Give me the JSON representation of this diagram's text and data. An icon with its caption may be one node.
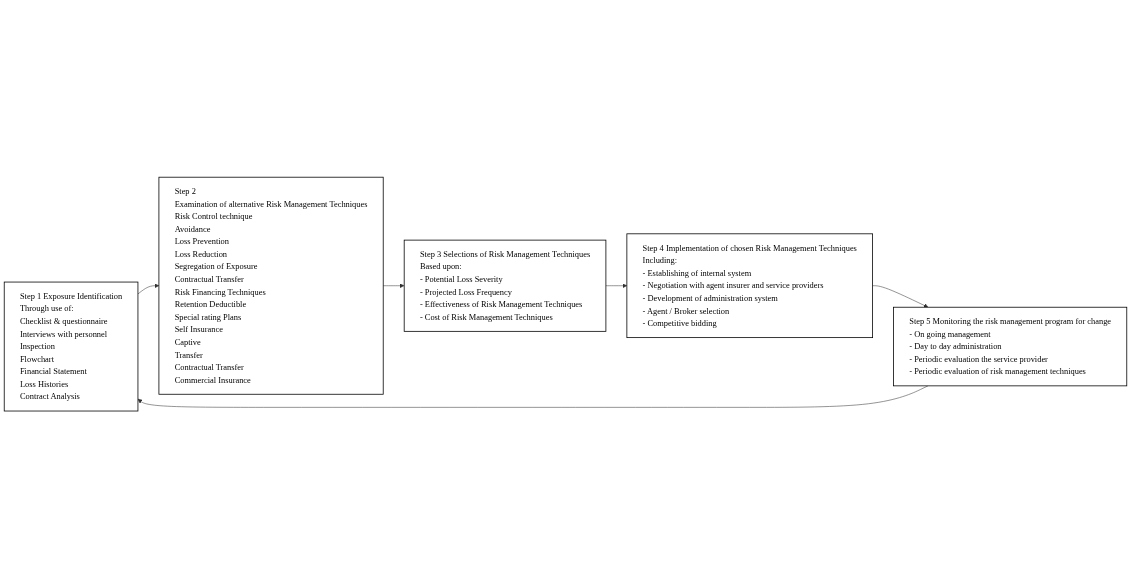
{
  "diagram": {
    "nodes": [
      {
        "text": [
          "Step 1 Exposure Identification",
          "Through use of:",
          "Checklist & questionnaire",
          "Interviews with personnel",
          "Inspection",
          "Flowchart",
          "Financial Statement",
          "Loss Histories",
          "Contract Analysis"
        ]
      },
      {
        "text": [
          "Step 2",
          "Examination of alternative Risk Management Techniques",
          "Risk Control technique",
          "Avoidance",
          "Loss Prevention",
          "Loss Reduction",
          "Segregation of Exposure",
          "Contractual Transfer",
          "Risk Financing Techniques",
          "Retention Deductible",
          "Special rating Plans",
          "Self Insurance",
          "Captive",
          "Transfer",
          "Contractual Transfer",
          "Commercial Insurance"
        ]
      },
      {
        "text": [
          "Step 3 Selections of Risk Management Techniques",
          "Based upon:",
          "- Potential Loss Severity",
          "- Projected Loss Frequency",
          "- Effectiveness of Risk Management Techniques",
          "- Cost of Risk Management Techniques"
        ]
      },
      {
        "text": [
          "Step 4 Implementation of chosen Risk Management Techniques",
          "Including:",
          "- Establishing of internal system",
          "- Negotiation with agent insurer and service providers",
          "- Development of administration system",
          "- Agent / Broker selection",
          "- Competitive bidding"
        ]
      },
      {
        "text": [
          "Step 5 Monitoring the risk management program for change",
          "- On going management",
          "- Day to day administration",
          "- Periodic evaluation the service provider",
          "- Periodic evaluation of risk management techniques"
        ]
      }
    ],
    "edges": [
      {
        "from": 0,
        "to": 1,
        "arrow": "to"
      },
      {
        "from": 1,
        "to": 2,
        "arrow": "to"
      },
      {
        "from": 2,
        "to": 3,
        "arrow": "to"
      },
      {
        "from": 3,
        "to": 4,
        "arrow": "to"
      },
      {
        "from": 4,
        "to": 0,
        "arrow": "to"
      }
    ]
  }
}
